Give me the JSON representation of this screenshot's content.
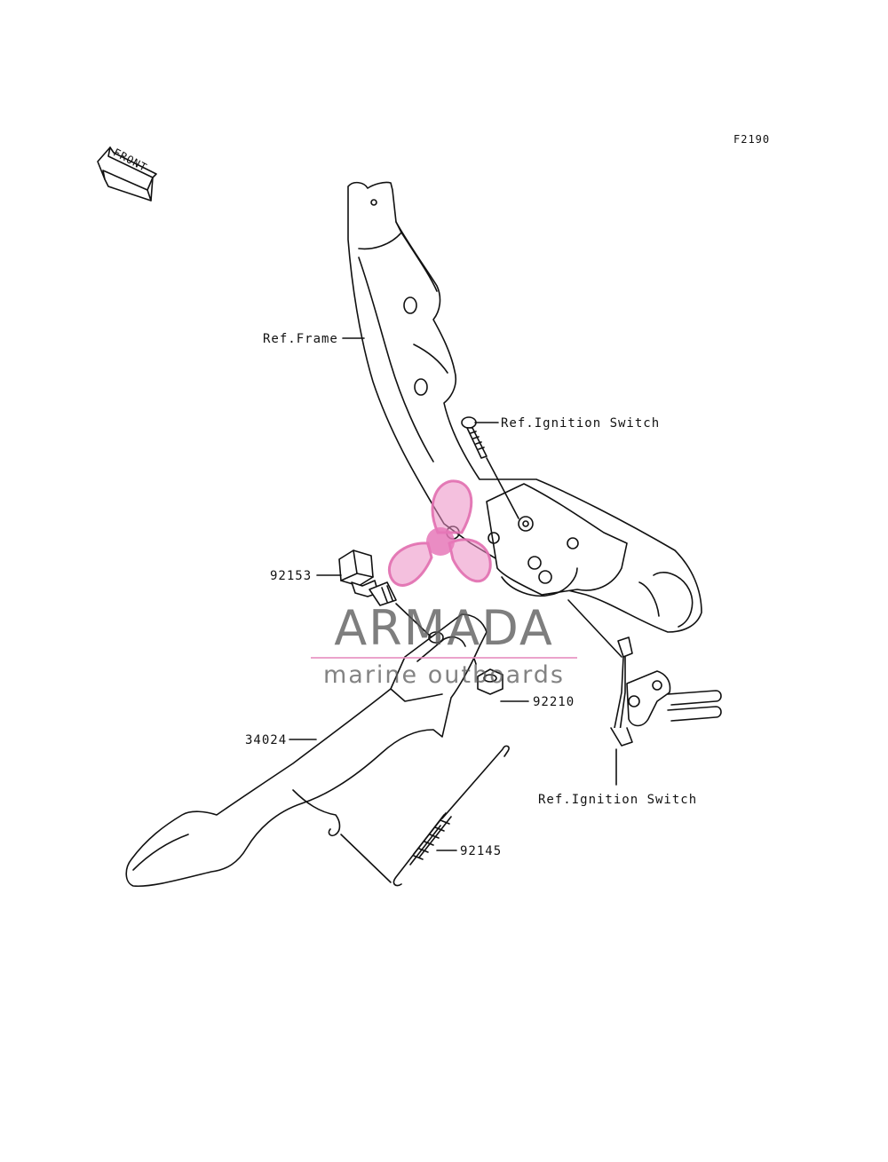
{
  "figure_code": "F2190",
  "front_marker": "FRONT",
  "labels": {
    "ref_frame": "Ref.Frame",
    "ref_ignition_switch_top": "Ref.Ignition Switch",
    "part_92153": "92153",
    "part_92210": "92210",
    "part_34024": "34024",
    "part_92145": "92145",
    "ref_ignition_switch_bottom": "Ref.Ignition Switch"
  },
  "watermark": {
    "brand": "ARMADA",
    "tagline": "marine outboards",
    "logo_icon": "propeller-logo-icon",
    "accent_color": "#e88cbf",
    "text_color": "#5a5a5a"
  },
  "colors": {
    "line": "#111111",
    "background": "#ffffff"
  }
}
